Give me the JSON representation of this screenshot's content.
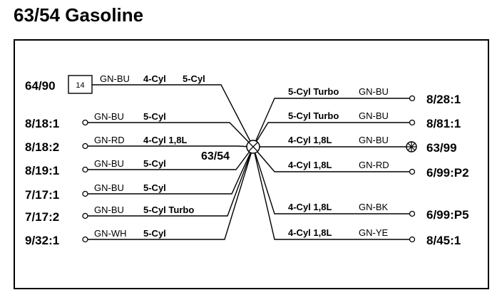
{
  "title": "63/54 Gasoline",
  "hub": {
    "label": "63/54"
  },
  "left_connector": {
    "label": "64/90",
    "box_text": "14"
  },
  "left_connections": [
    {
      "label": "64/90",
      "color": "GN-BU",
      "specs": [
        "4-Cyl",
        "5-Cyl"
      ],
      "terminal": "box"
    },
    {
      "label": "8/18:1",
      "color": "GN-BU",
      "specs": [
        "5-Cyl"
      ],
      "terminal": "circle"
    },
    {
      "label": "8/18:2",
      "color": "GN-RD",
      "specs": [
        "4-Cyl 1,8L"
      ],
      "terminal": "circle"
    },
    {
      "label": "8/19:1",
      "color": "GN-BU",
      "specs": [
        "5-Cyl"
      ],
      "terminal": "circle"
    },
    {
      "label": "7/17:1",
      "color": "GN-BU",
      "specs": [
        "5-Cyl"
      ],
      "terminal": "circle"
    },
    {
      "label": "7/17:2",
      "color": "GN-BU",
      "specs": [
        "5-Cyl Turbo"
      ],
      "terminal": "circle"
    },
    {
      "label": "9/32:1",
      "color": "GN-WH",
      "specs": [
        "5-Cyl"
      ],
      "terminal": "circle"
    }
  ],
  "right_connections": [
    {
      "label": "8/28:1",
      "color": "GN-BU",
      "spec": "5-Cyl Turbo",
      "terminal": "circle"
    },
    {
      "label": "8/81:1",
      "color": "GN-BU",
      "spec": "5-Cyl Turbo",
      "terminal": "circle"
    },
    {
      "label": "63/99",
      "color": "GN-BU",
      "spec": "4-Cyl 1,8L",
      "terminal": "lamp"
    },
    {
      "label": "6/99:P2",
      "color": "GN-RD",
      "spec": "4-Cyl 1,8L",
      "terminal": "circle"
    },
    {
      "label": "6/99:P5",
      "color": "GN-BK",
      "spec": "4-Cyl 1,8L",
      "terminal": "circle"
    },
    {
      "label": "8/45:1",
      "color": "GN-YE",
      "spec": "4-Cyl 1,8L",
      "terminal": "circle"
    }
  ]
}
